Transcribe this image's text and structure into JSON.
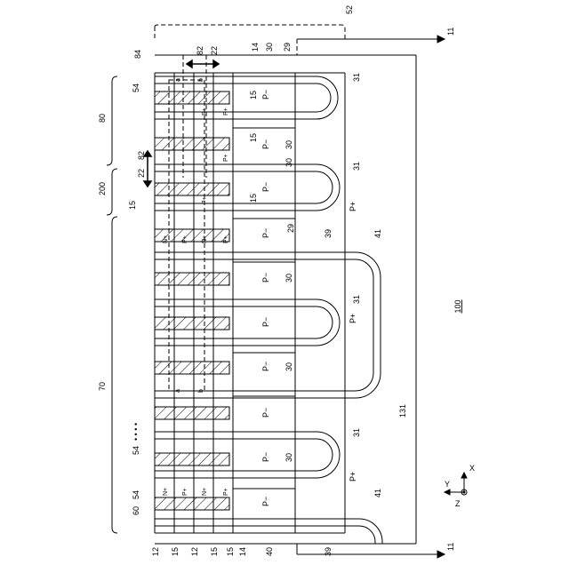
{
  "figure": {
    "ref_numerals": {
      "top_bracket": "52",
      "arrow_top": "11",
      "arrow_bottom": "11",
      "device": "100",
      "backside": "131",
      "region_a": "80",
      "region_b": "200",
      "region_c": "70",
      "label_84": "84",
      "label_82a": "82",
      "label_22a": "22",
      "label_82b": "82",
      "label_22b": "22",
      "label_14_top": "14",
      "label_30_top": "30",
      "label_29_top": "29",
      "label_54_top": "54",
      "label_54_mid": "54",
      "label_54_bot": "54",
      "label_dots": "• • • •",
      "label_60": "60",
      "label_41_top": "41",
      "label_41_bot": "41",
      "label_39_mid": "39",
      "label_29_mid": "29",
      "label_131": "131"
    },
    "regions": {
      "p_plus": "P+",
      "p_minus": "P−",
      "n_plus": "N+",
      "p_plus_small": "P+",
      "a": "a",
      "b": "b"
    },
    "bottom_labels": [
      "12",
      "15",
      "12",
      "15",
      "15",
      "14",
      "40",
      "39"
    ],
    "trench_labels": [
      "31",
      "31",
      "31",
      "31"
    ],
    "layer_labels_30": [
      "30",
      "30",
      "30",
      "30",
      "30"
    ],
    "layer_labels_15": [
      "15",
      "15",
      "15",
      "15"
    ],
    "axis": {
      "y": "Y",
      "x": "X",
      "z": "Z"
    }
  }
}
